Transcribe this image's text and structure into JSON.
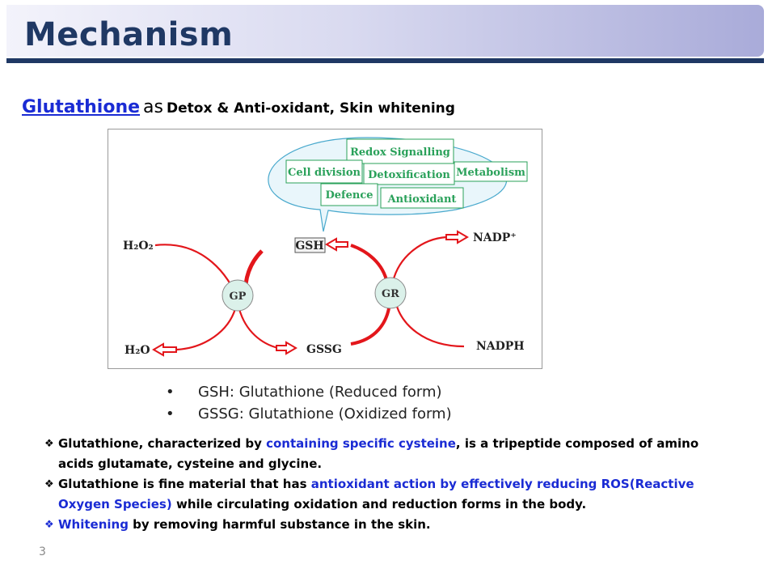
{
  "header": {
    "title": "Mechanism"
  },
  "subtitle": {
    "highlight": "Glutathione",
    "connector": "as",
    "rest": "Detox & Anti-oxidant, Skin whitening"
  },
  "diagram": {
    "bubble_labels": [
      "Redox Signalling",
      "Cell division",
      "Detoxification",
      "Metabolism",
      "Defence",
      "Antioxidant"
    ],
    "h2o2": "H₂O₂",
    "h2o": "H₂O",
    "gsh": "GSH",
    "gssg": "GSSG",
    "gp": "GP",
    "gr": "GR",
    "nadp": "NADP⁺",
    "nadph": "NADPH",
    "colors": {
      "arrow": "#e3161b",
      "bubble_fill": "#e9f6fb",
      "bubble_stroke": "#49a9cd",
      "label_green": "#2aa15a",
      "enzyme_fill": "#dbf1ea"
    }
  },
  "legend": {
    "bullet": "•",
    "items": [
      "GSH: Glutathione (Reduced form)",
      "GSSG: Glutathione (Oxidized form)"
    ]
  },
  "notes": {
    "bullet": "❖",
    "n1_a": "Glutathione, characterized by ",
    "n1_b": "containing specific cysteine",
    "n1_c": ", is a tripeptide composed of amino acids glutamate, cysteine and glycine.",
    "n2_a": "Glutathione is fine material that has ",
    "n2_b": "antioxidant action by effectively reducing ROS(Reactive Oxygen Species)",
    "n2_c": " while circulating oxidation and reduction forms in the body.",
    "n3_a": "Whitening",
    "n3_b": " by removing harmful substance in the skin."
  },
  "page_number": "3"
}
